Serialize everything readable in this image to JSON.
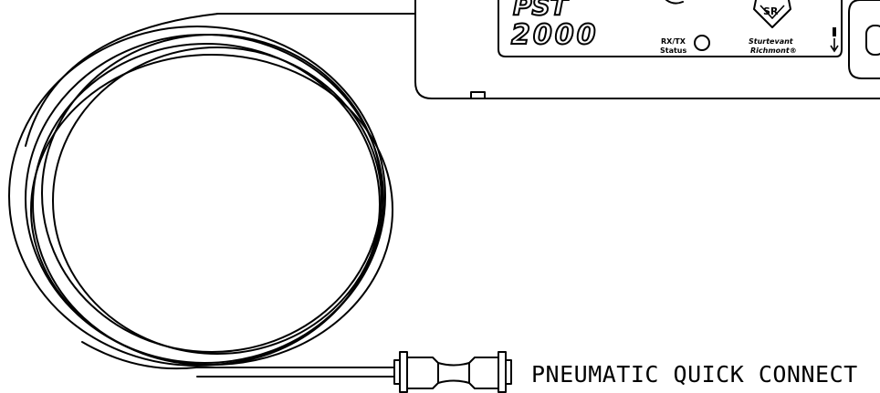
{
  "device": {
    "model_line1": "PST",
    "model_line2": "2000",
    "status_label_line1": "RX/TX",
    "status_label_line2": "Status",
    "logo_text": "SR",
    "maker_line1": "Sturtevant",
    "maker_line2": "Richmont®"
  },
  "connector": {
    "label": "PNEUMATIC QUICK CONNECT"
  }
}
